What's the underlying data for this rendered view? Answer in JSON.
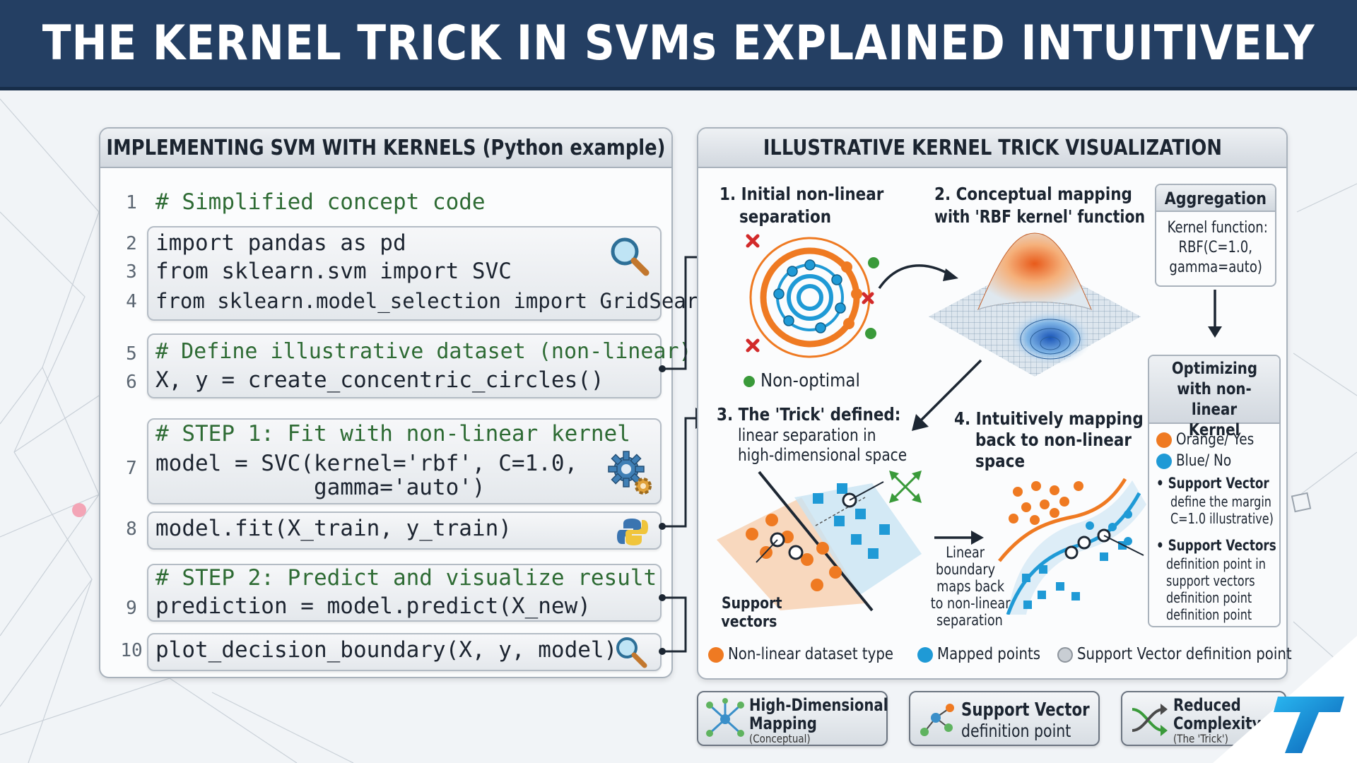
{
  "title": "THE KERNEL TRICK IN SVMs EXPLAINED INTUITIVELY",
  "code_panel": {
    "title": "IMPLEMENTING SVM WITH KERNELS (Python example)",
    "lines": [
      {
        "num": "1",
        "text": "# Simplified concept code"
      },
      {
        "num": "2",
        "text": "import pandas as pd"
      },
      {
        "num": "3",
        "text": "from sklearn.svm import SVC"
      },
      {
        "num": "4",
        "text": "from sklearn.model_selection import GridSearchCV"
      },
      {
        "num": "5",
        "text": "# Define illustrative dataset (non-linear)"
      },
      {
        "num": "6",
        "text": "X, y = create_concentric_circles()"
      },
      {
        "num": "",
        "text": "# STEP 1: Fit with non-linear kernel"
      },
      {
        "num": "7",
        "text": "model = SVC(kernel='rbf', C=1.0,"
      },
      {
        "num": "",
        "text": "            gamma='auto')"
      },
      {
        "num": "8",
        "text": "model.fit(X_train, y_train)"
      },
      {
        "num": "",
        "text": "# STEP 2: Predict and visualize result"
      },
      {
        "num": "9",
        "text": "prediction = model.predict(X_new)"
      },
      {
        "num": "10",
        "text": "plot_decision_boundary(X, y, model)"
      }
    ]
  },
  "viz_panel": {
    "title": "ILLUSTRATIVE KERNEL TRICK VISUALIZATION",
    "step1": {
      "line1": "1. Initial non-linear",
      "line2": "separation",
      "caption": "Non-optimal"
    },
    "step2": {
      "line1": "2. Conceptual mapping",
      "line2": "with 'RBF kernel' function"
    },
    "step3": {
      "line1": "3. The 'Trick' defined:",
      "line2": "linear separation in",
      "line3": "high-dimensional space",
      "support_label1": "Support",
      "support_label2": "vectors",
      "boundary1": "Linear",
      "boundary2": "boundary",
      "boundary3": "maps back",
      "boundary4": "to non-linear",
      "boundary5": "separation"
    },
    "step4": {
      "line1": "4. Intuitively mapping",
      "line2": "back to non-linear",
      "line3": "space"
    },
    "aggregation": {
      "title": "Aggregation",
      "line1": "Kernel function:",
      "line2": "RBF(C=1.0,",
      "line3": "gamma=auto)"
    },
    "optimizing": {
      "title1": "Optimizing",
      "title2": "with non-linear",
      "title3": "Kernel",
      "orange": "Orange/ Yes",
      "blue": "Blue/ No",
      "sv1_head": "• Support Vector",
      "sv1_l1": "define the margin",
      "sv1_l2": "C=1.0 illustrative)",
      "sv2_head": "• Support Vectors",
      "sv2_l1": "definition point in",
      "sv2_l2": "support vectors",
      "sv2_l3": "definition point",
      "sv2_l4": "definition point"
    },
    "legend": [
      "Non-linear dataset type",
      "Mapped points",
      "Support Vector definition point"
    ]
  },
  "bottom_buttons": [
    {
      "title1": "High-Dimensional",
      "title2": "Mapping",
      "sub": "(Conceptual)",
      "icon": "network-icon"
    },
    {
      "title1": "Support Vector",
      "title2": "definition point",
      "sub": "",
      "icon": "support-vector-icon"
    },
    {
      "title1": "Reduced",
      "title2": "Complexity",
      "sub": "(The 'Trick')",
      "icon": "shuffle-icon"
    }
  ],
  "colors": {
    "header": "#243f63",
    "orange": "#ef7a22",
    "blue": "#1f9ad6",
    "gray": "#c9ced4",
    "red": "#d22a2a",
    "green": "#3a9a3a"
  }
}
